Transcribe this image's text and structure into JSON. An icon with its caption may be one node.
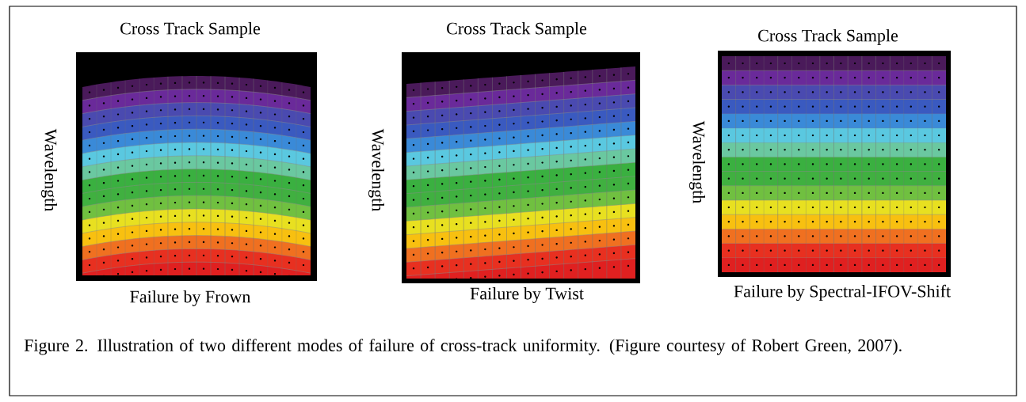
{
  "diagram": {
    "caption": "Figure 2.  Illustration of two different modes of failure of cross-track uniformity. (Figure courtesy of Robert Green, 2007).",
    "labels": [
      "Cross Track Sample",
      "Wavelength",
      "Failure by Frown",
      "Cross Track Sample",
      "Wavelength",
      "Failure by Twist",
      "Cross Track Sample",
      "Wavelength",
      "Failure by Spectral-IFOV-Shift"
    ]
  }
}
